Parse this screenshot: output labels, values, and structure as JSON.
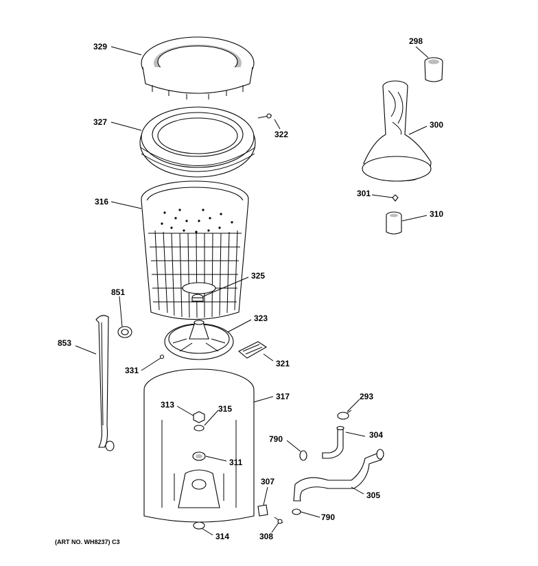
{
  "diagram": {
    "art_number": "(ART NO. WH8237) C3",
    "parts": [
      {
        "id": "329"
      },
      {
        "id": "327"
      },
      {
        "id": "322"
      },
      {
        "id": "316"
      },
      {
        "id": "325"
      },
      {
        "id": "323"
      },
      {
        "id": "321"
      },
      {
        "id": "331"
      },
      {
        "id": "851"
      },
      {
        "id": "853"
      },
      {
        "id": "317"
      },
      {
        "id": "313"
      },
      {
        "id": "315"
      },
      {
        "id": "311"
      },
      {
        "id": "314"
      },
      {
        "id": "307"
      },
      {
        "id": "308"
      },
      {
        "id": "298"
      },
      {
        "id": "300"
      },
      {
        "id": "301"
      },
      {
        "id": "310"
      },
      {
        "id": "293"
      },
      {
        "id": "304"
      },
      {
        "id": "790"
      },
      {
        "id": "305"
      },
      {
        "id": "790"
      }
    ]
  }
}
